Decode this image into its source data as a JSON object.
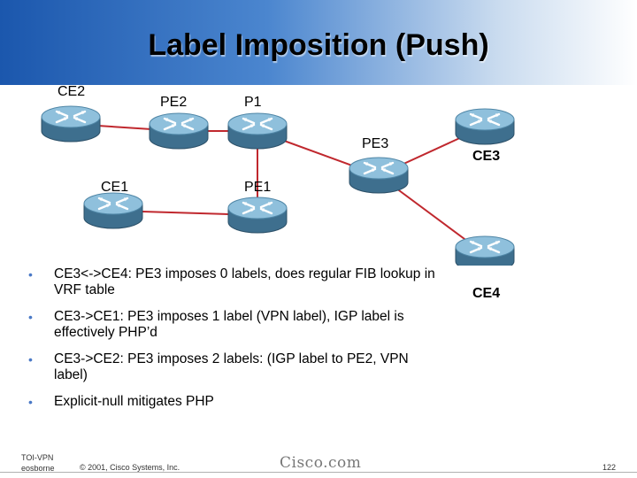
{
  "title": "Label Imposition (Push)",
  "routers": [
    {
      "name": "CE2",
      "label": "CE2"
    },
    {
      "name": "PE2",
      "label": "PE2"
    },
    {
      "name": "P1",
      "label": "P1"
    },
    {
      "name": "PE3",
      "label": "PE3"
    },
    {
      "name": "CE3",
      "label": "CE3"
    },
    {
      "name": "CE1",
      "label": "CE1"
    },
    {
      "name": "PE1",
      "label": "PE1"
    },
    {
      "name": "CE4",
      "label": "CE4"
    }
  ],
  "links": [
    [
      "CE2",
      "PE2"
    ],
    [
      "PE2",
      "P1"
    ],
    [
      "P1",
      "PE3"
    ],
    [
      "PE3",
      "CE3"
    ],
    [
      "P1",
      "PE1"
    ],
    [
      "PE1",
      "CE1"
    ],
    [
      "PE3",
      "CE4"
    ]
  ],
  "colors": {
    "link": "#c0282e",
    "bullet": "#4a79c6"
  },
  "bullets": [
    "CE3<->CE4: PE3 imposes 0 labels, does regular FIB lookup in VRF table",
    "CE3->CE1: PE3 imposes 1 label (VPN label), IGP label is effectively PHP’d",
    "CE3->CE2: PE3 imposes 2 labels: (IGP label to PE2, VPN label)",
    "Explicit-null mitigates PHP"
  ],
  "bullet_marker": "•",
  "footer": {
    "left_top": "TOI-VPN",
    "left_bottom": "eosborne",
    "copyright": "© 2001, Cisco Systems, Inc.",
    "brand": "Cisco.com",
    "page": "122"
  }
}
